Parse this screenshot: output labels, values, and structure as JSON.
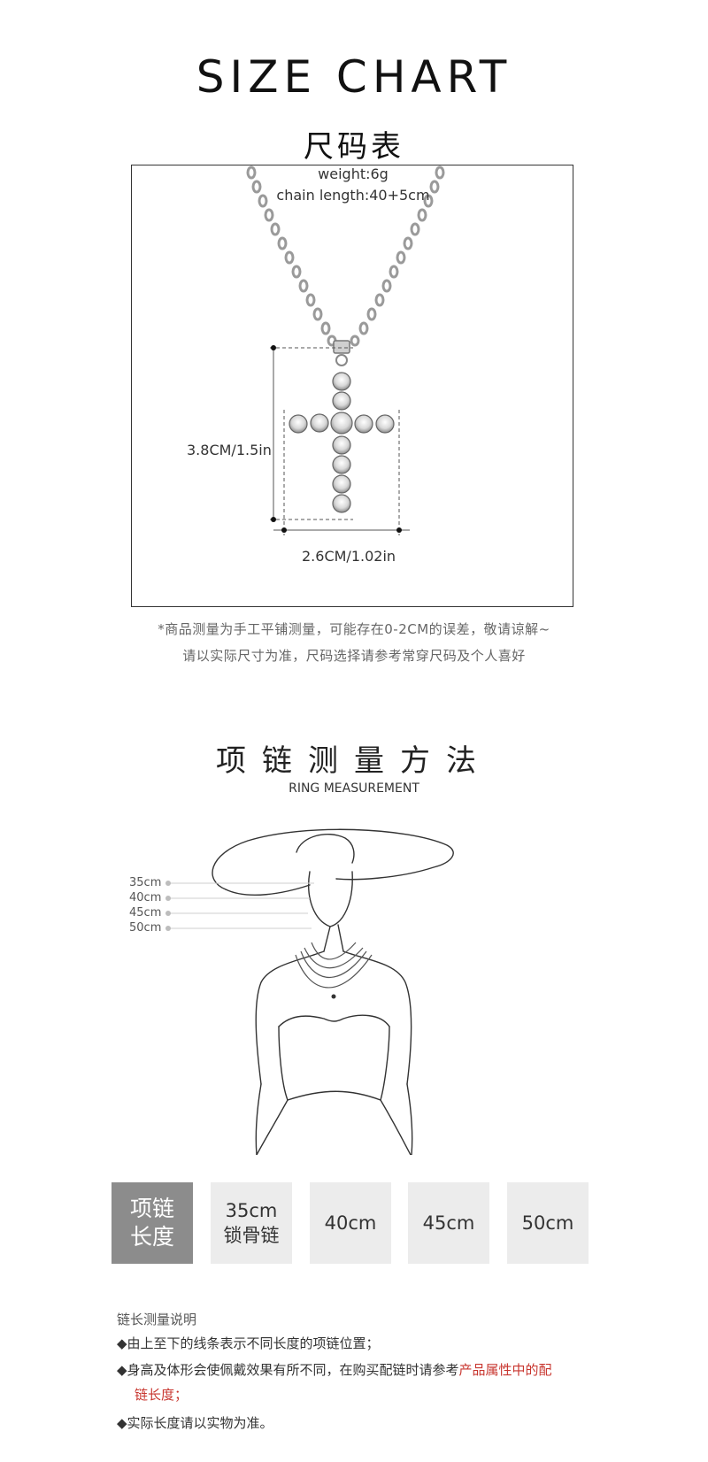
{
  "header": {
    "title_en": "SIZE CHART",
    "title_zh": "尺码表"
  },
  "product": {
    "weight": "weight:6g",
    "chain_length": "chain length:40+5cm",
    "height_label": "3.8CM/1.5in",
    "width_label": "2.6CM/1.02in"
  },
  "notes": {
    "line1": "*商品测量为手工平铺测量，可能存在0-2CM的误差，敬请谅解~",
    "line2": "请以实际尺寸为准，尺码选择请参考常穿尺码及个人喜好"
  },
  "measurement": {
    "title": "项链测量方法",
    "subtitle": "RING MEASUREMENT",
    "lengths": [
      "35cm",
      "40cm",
      "45cm",
      "50cm"
    ]
  },
  "tiles": {
    "header_line1": "项链",
    "header_line2": "长度",
    "t1_line1": "35cm",
    "t1_line2": "锁骨链",
    "t2": "40cm",
    "t3": "45cm",
    "t4": "50cm"
  },
  "instructions": {
    "title": "链长测量说明",
    "b1": "◆由上至下的线条表示不同长度的项链位置；",
    "b2_pre": "◆身高及体形会使佩戴效果有所不同，在购买配链时请参考",
    "b2_red": "产品属性中的配",
    "b2_red2": "链长度；",
    "b3": "◆实际长度请以实物为准。"
  },
  "colors": {
    "accent_red": "#c8362f",
    "tile_header": "#8c8c8c",
    "tile_bg": "#ececec"
  }
}
